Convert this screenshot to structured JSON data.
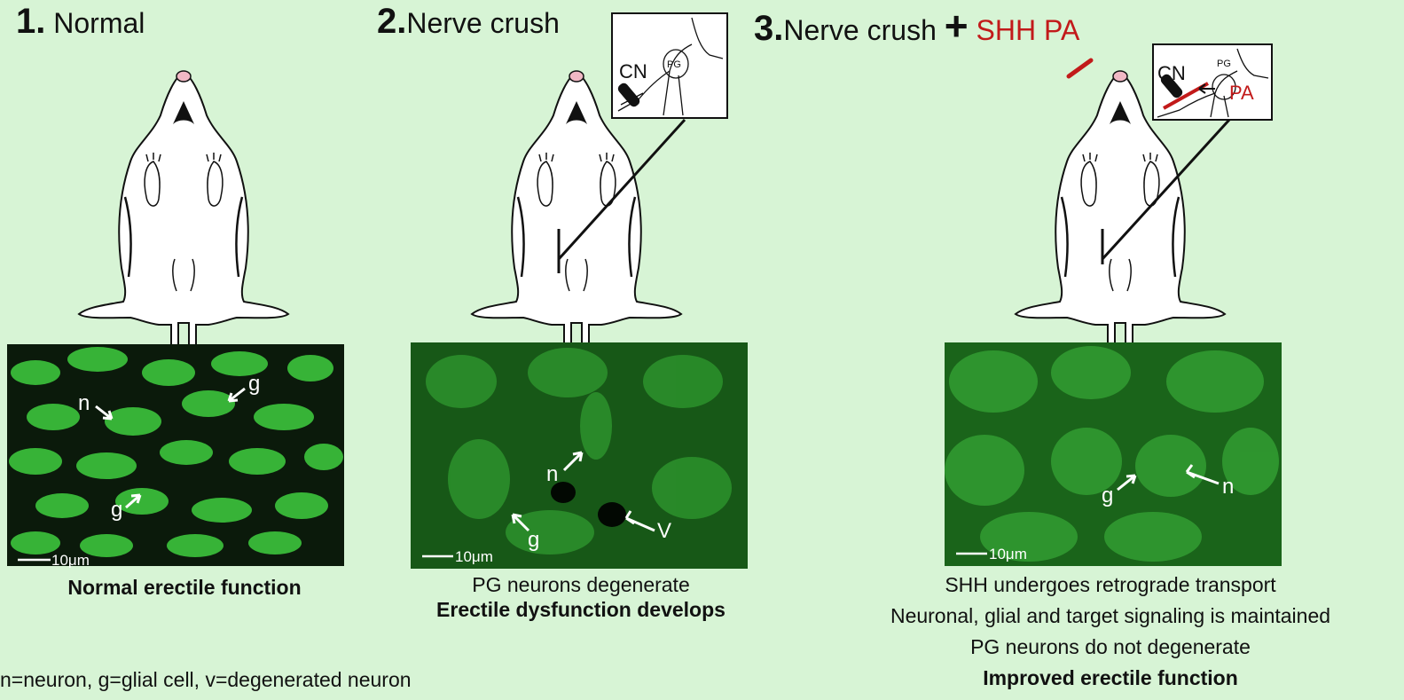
{
  "panels": [
    {
      "number": "1.",
      "title": "Normal",
      "labels": {
        "neuron": "n",
        "glial": "g"
      },
      "scale": "10μm",
      "captions": [
        "Normal erectile function"
      ]
    },
    {
      "number": "2.",
      "title": "Nerve crush",
      "inset": {
        "cn": "CN",
        "pg": "PG"
      },
      "labels": {
        "neuron": "n",
        "glial": "g",
        "degenerated": "V"
      },
      "scale": "10μm",
      "captions": [
        "PG neurons degenerate",
        "Erectile dysfunction develops"
      ]
    },
    {
      "number": "3.",
      "title": "Nerve crush",
      "plus": "+",
      "treatment": "SHH PA",
      "inset": {
        "cn": "CN",
        "pg": "PG",
        "pa": "PA"
      },
      "labels": {
        "neuron": "n",
        "glial": "g"
      },
      "scale": "10μm",
      "captions": [
        "SHH undergoes retrograde transport",
        "Neuronal, glial and target signaling is maintained",
        "PG neurons do not degenerate",
        "Improved erectile function"
      ]
    }
  ],
  "legend": "n=neuron, g=glial cell, v=degenerated neuron",
  "colors": {
    "background": "#d7f4d5",
    "accent_red": "#c21a1a",
    "micro_green": "#2fa82f"
  }
}
